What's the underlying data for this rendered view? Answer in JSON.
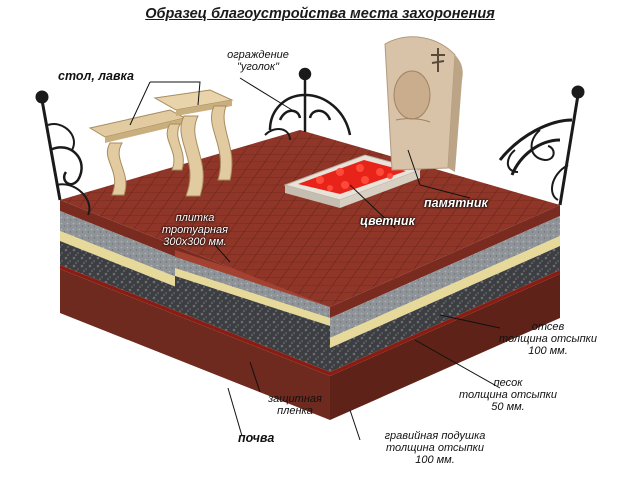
{
  "title": "Образец благоустройства места захоронения",
  "labels": {
    "table_bench": "стол, лавка",
    "fence_line1": "ограждение",
    "fence_line2": "\"уголок\"",
    "monument": "памятник",
    "flowerbed": "цветник",
    "tile_line1": "плитка",
    "tile_line2": "тротуарная",
    "tile_line3": "300x300 мм.",
    "screening_line1": "отсев",
    "screening_line2": "толщина отсыпки",
    "screening_line3": "100 мм.",
    "sand_line1": "песок",
    "sand_line2": "толщина отсыпки",
    "sand_line3": "50 мм.",
    "film_line1": "защитная",
    "film_line2": "пленка",
    "soil": "почва",
    "gravel_line1": "гравийная подушка",
    "gravel_line2": "толщина отсыпки",
    "gravel_line3": "100 мм."
  },
  "colors": {
    "tile": "#9c3b2c",
    "tile_joint": "#6e2519",
    "screening": "#8f9498",
    "sand": "#e6d99a",
    "gravel": "#3c3e42",
    "film": "#8a1c12",
    "soil": "#6e2a1f",
    "monument": "#d8c2a8",
    "flowers": "#e8231a",
    "wood": "#e2cba0",
    "iron": "#1a1a1a"
  }
}
